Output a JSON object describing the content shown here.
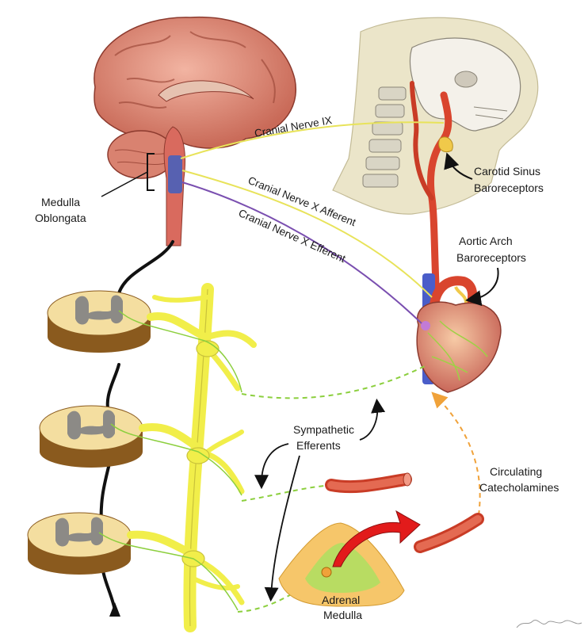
{
  "labels": {
    "cn9": "Cranial Nerve IX",
    "cn10_aff": "Cranial Nerve X Afferent",
    "cn10_eff": "Cranial Nerve X Efferent",
    "medulla_1": "Medulla",
    "medulla_2": "Oblongata",
    "carotid_1": "Carotid Sinus",
    "carotid_2": "Baroreceptors",
    "aortic_1": "Aortic Arch",
    "aortic_2": "Baroreceptors",
    "sympathetic_1": "Sympathetic",
    "sympathetic_2": "Efferents",
    "circulating_1": "Circulating",
    "circulating_2": "Catecholamines",
    "adrenal_1": "Adrenal",
    "adrenal_2": "Medulla"
  },
  "colors": {
    "cn9_nerve": "#e8e35a",
    "afferent_nerve": "#e8e35a",
    "efferent_nerve": "#7a4fb0",
    "sympathetic_chain": "#f1ee4a",
    "sympathetic_dashes": "#8ccf3e",
    "catecholamine_dashes": "#f0a23a",
    "brain": "#e99a86",
    "artery": "#d9452e",
    "adrenal_outer": "#f6c66a",
    "adrenal_inner": "#b8dc62",
    "arrow_red": "#e21b1b"
  }
}
